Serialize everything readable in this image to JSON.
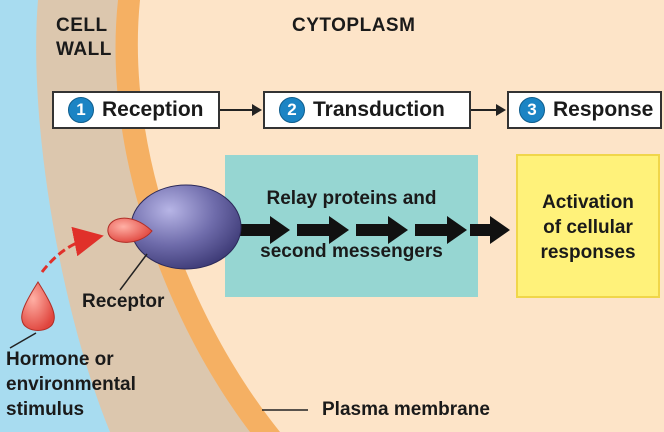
{
  "regions": {
    "cell_wall": [
      "CELL",
      "WALL"
    ],
    "cytoplasm": "CYTOPLASM"
  },
  "stages": [
    {
      "number": "1",
      "label": "Reception"
    },
    {
      "number": "2",
      "label": "Transduction"
    },
    {
      "number": "3",
      "label": "Response"
    }
  ],
  "transduction_box": [
    "Relay proteins and",
    "second messengers"
  ],
  "response_box": [
    "Activation",
    "of cellular",
    "responses"
  ],
  "receptor_label": "Receptor",
  "stimulus_label": [
    "Hormone or",
    "environmental",
    "stimulus"
  ],
  "membrane_label": "Plasma membrane",
  "colors": {
    "outside": "#a8dcf0",
    "cell_wall": "#dcc7ae",
    "membrane": "#f5b063",
    "cytoplasm": "#fde4c8",
    "stage_number": "#1b84c4",
    "transduction_box": "#96d6d2",
    "response_box": "#fff27a",
    "receptor": "#6c6aa6",
    "signal": "#e9574f"
  }
}
